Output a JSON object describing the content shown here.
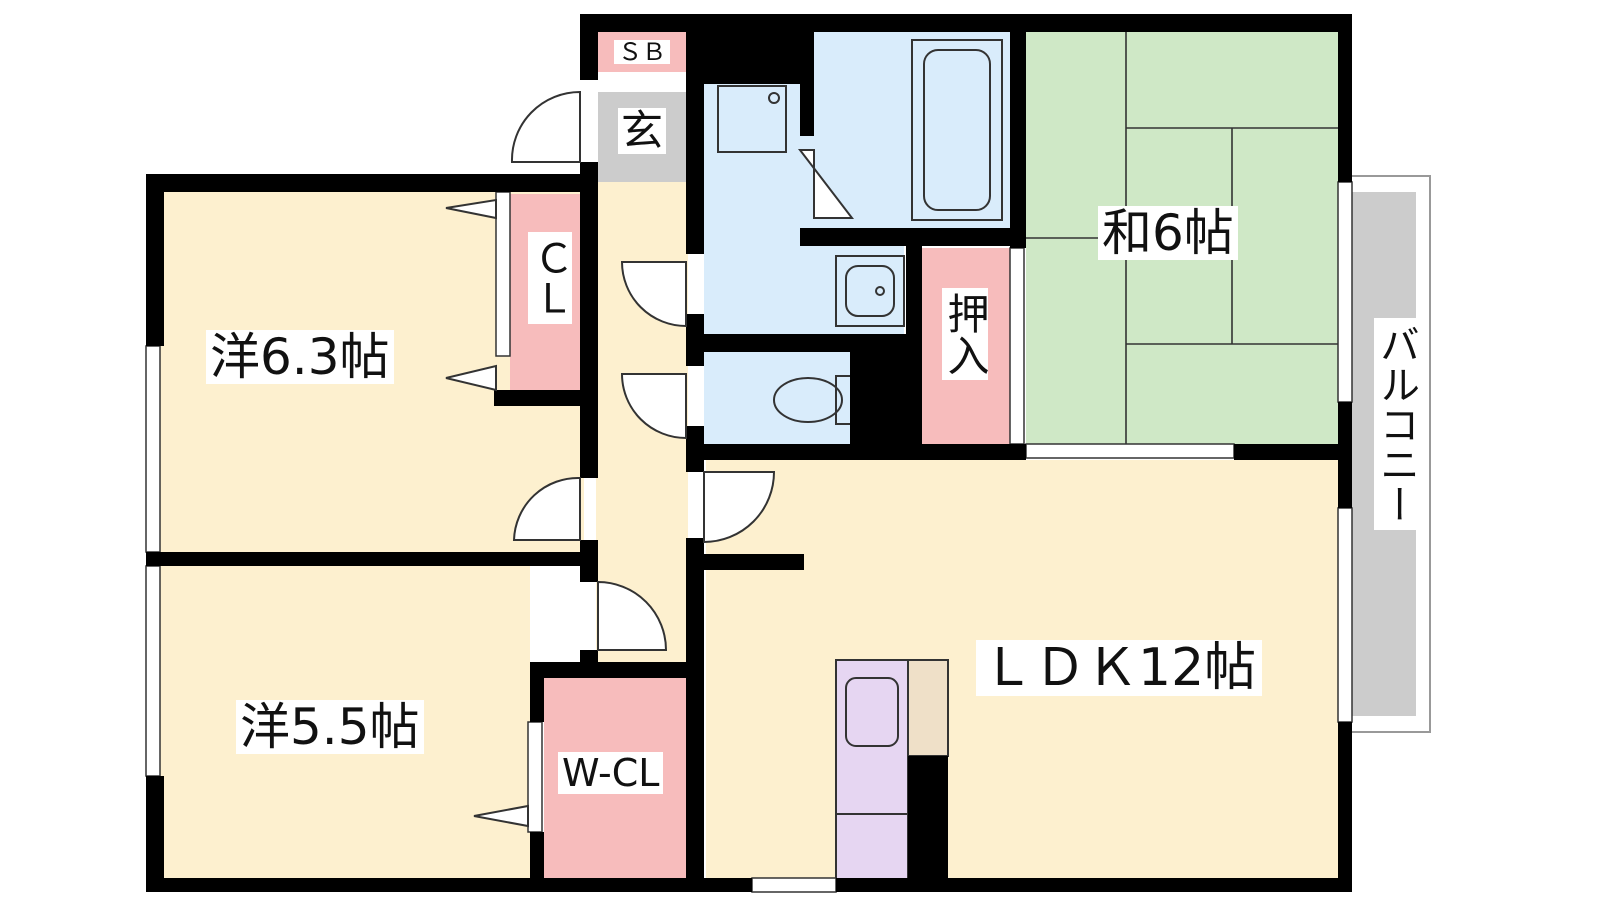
{
  "plan_title": "",
  "rooms": {
    "western_1": "洋6.3帖",
    "western_2": "洋5.5帖",
    "japanese": "和6帖",
    "ldk": "ＬＤＫ12帖",
    "closet": "ＣＬ",
    "walkin_closet": "W-CL",
    "shoe_box": "ＳＢ",
    "entrance": "玄",
    "storage": "押入",
    "balcony": "バルコニー"
  },
  "colors": {
    "wall": "#000000",
    "room_floor": "#fdf0cf",
    "wet_area": "#d9ecfb",
    "tatami": "#cfe8c6",
    "closet": "#f7bcbc",
    "entrance": "#cccccc",
    "balcony": "#cccccc",
    "kitchen": "#e6d6f2",
    "counter": "#efe0c8"
  }
}
